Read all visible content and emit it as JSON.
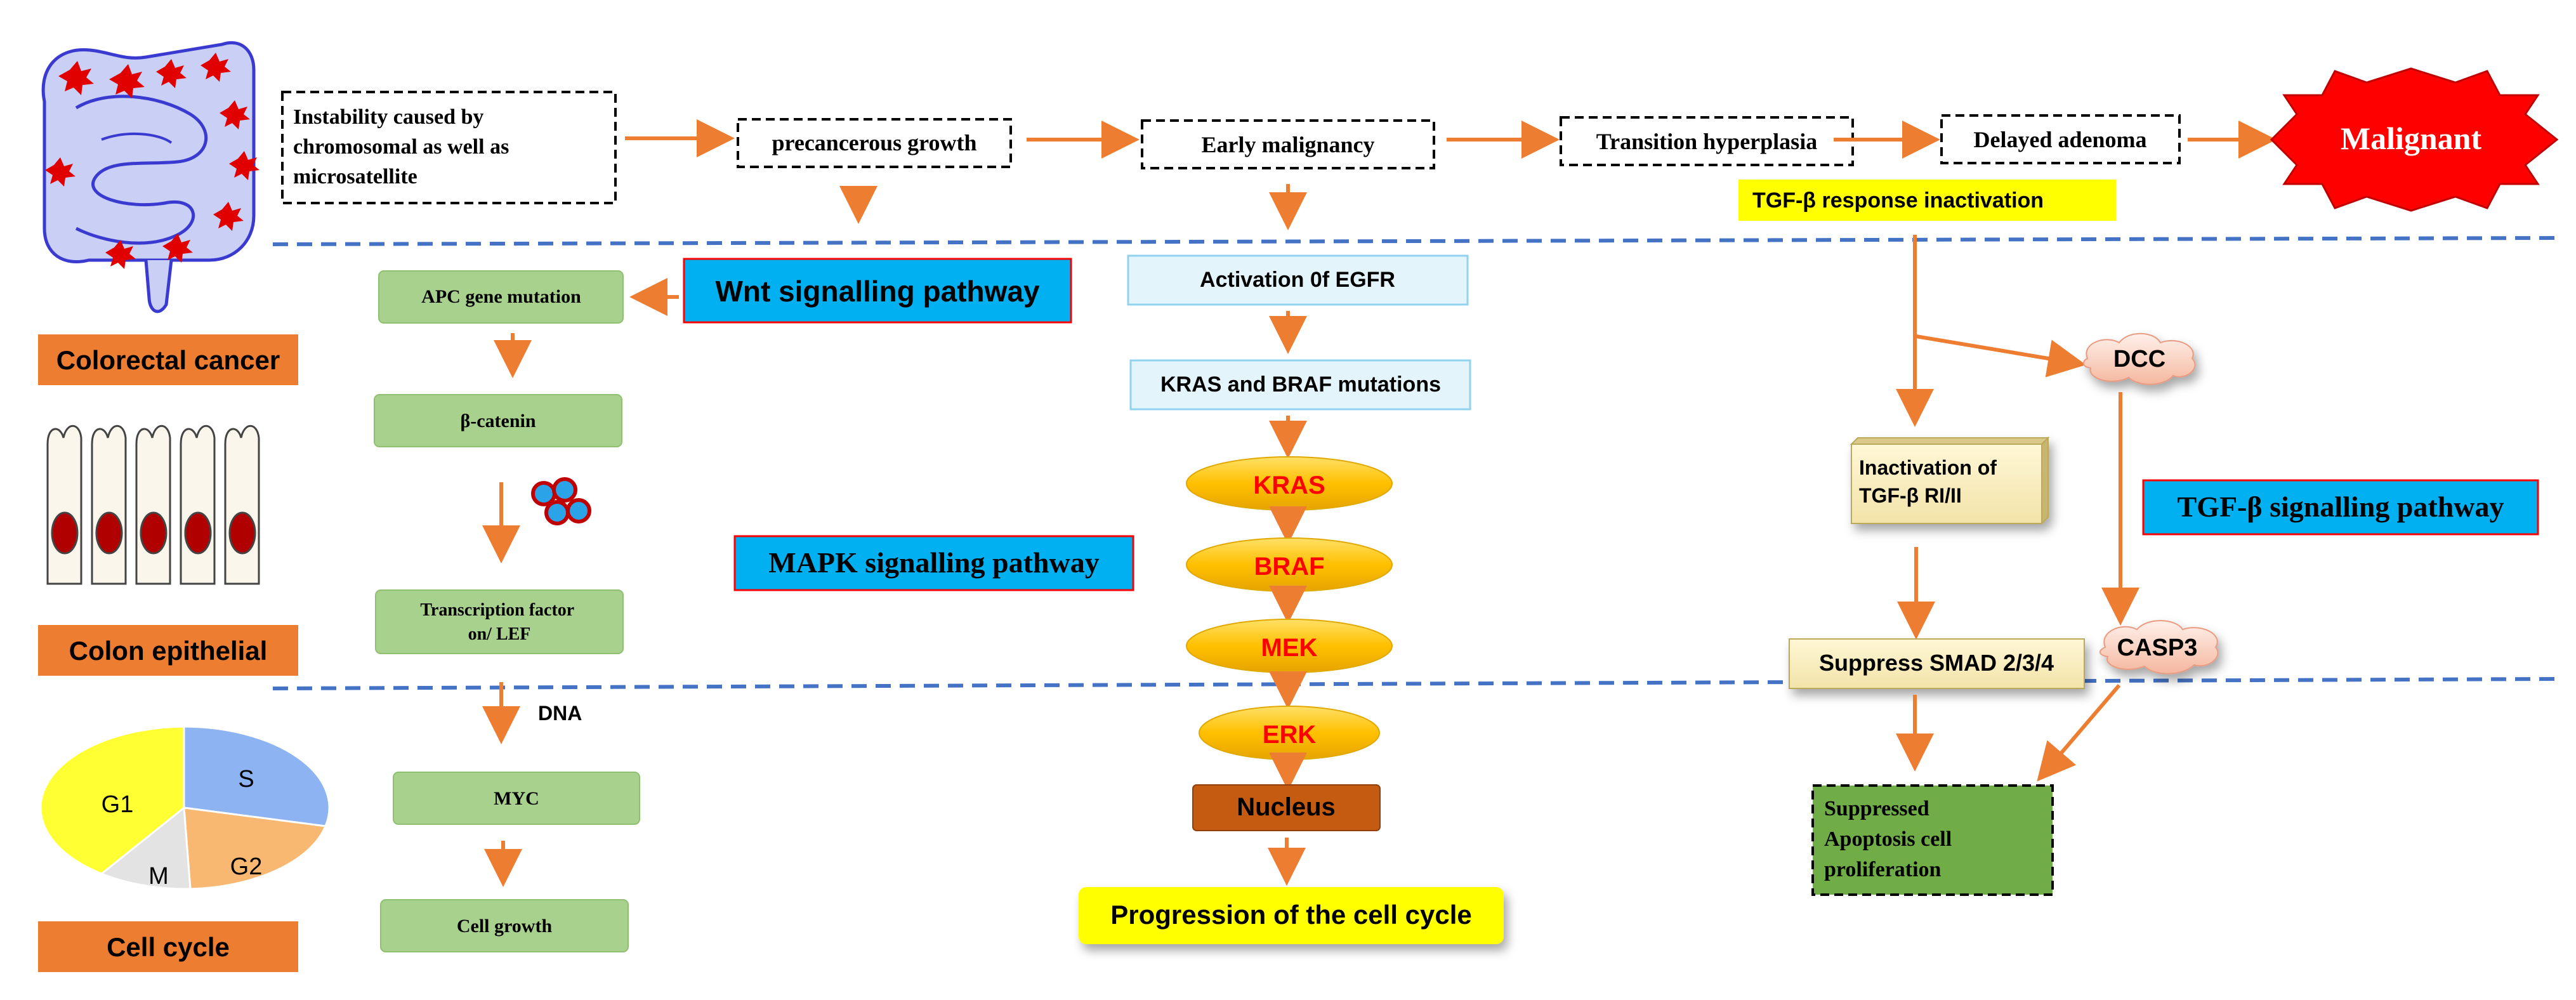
{
  "stages": {
    "instability": [
      "Instability  caused by",
      "chromosomal  as well as",
      "microsatellite"
    ],
    "precancerous": "precancerous growth",
    "early": "Early malignancy",
    "transition": "Transition  hyperplasia",
    "delayed": "Delayed adenoma",
    "malignant": "Malignant"
  },
  "tgf_response": "TGF-β response inactivation",
  "side_labels": {
    "colorectal": "Colorectal cancer",
    "colon_epithelial": "Colon epithelial",
    "cell_cycle": "Cell cycle"
  },
  "cell_cycle_phases": {
    "g1": "G1",
    "s": "S",
    "g2": "G2",
    "m": "M"
  },
  "wnt": {
    "title": "Wnt signalling pathway",
    "apc": "APC gene mutation",
    "beta_catenin": "β-catenin",
    "tf": [
      "Transcription  factor",
      "on/ LEF"
    ],
    "dna": "DNA",
    "myc": "MYC",
    "growth": "Cell growth"
  },
  "mapk": {
    "title": "MAPK signalling pathway",
    "egfr": "Activation 0f EGFR",
    "kras_braf": "KRAS and BRAF mutations",
    "kras": "KRAS",
    "braf": "BRAF",
    "mek": "MEK",
    "erk": "ERK",
    "nucleus": "Nucleus",
    "progression": "Progression of the cell cycle"
  },
  "tgf": {
    "title": "TGF-β signalling pathway",
    "dcc": "DCC",
    "inactivation": [
      "Inactivation of",
      "TGF-β RI/II"
    ],
    "smad": "Suppress SMAD 2/3/4",
    "casp3": "CASP3",
    "suppressed": [
      "Suppressed",
      "Apoptosis  cell",
      "proliferation"
    ]
  },
  "colors": {
    "arrow": "#ed7d31",
    "dashed": "#4472c4",
    "blue_box": "#00b0f0",
    "orange_label": "#ed7d31",
    "green_box": "#a9d18e",
    "yellow": "#ffff00",
    "malignant": "#ff0000",
    "oval": "#ffc000",
    "nucleus": "#c55a11",
    "dark_green": "#70ad47"
  }
}
